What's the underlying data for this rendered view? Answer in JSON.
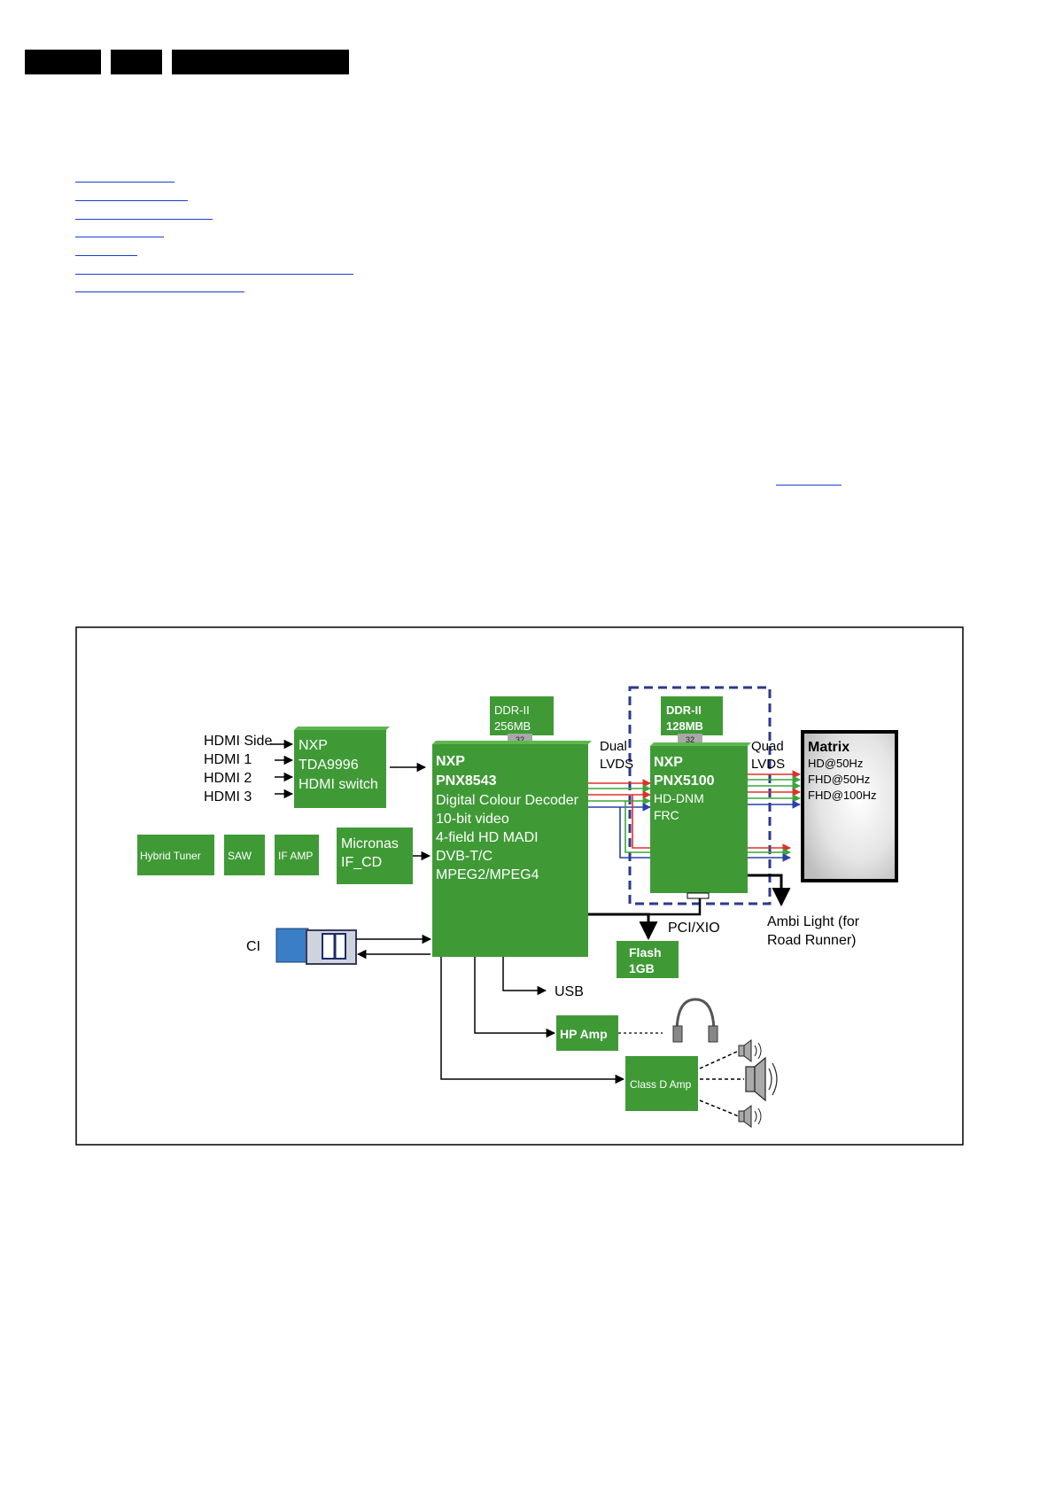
{
  "diagram": {
    "hdmi_inputs": [
      "HDMI Side",
      "HDMI 1",
      "HDMI 2",
      "HDMI 3"
    ],
    "hdmi_switch": [
      "NXP",
      "TDA9996",
      "HDMI switch"
    ],
    "tuner_chain": [
      "Hybrid Tuner",
      "SAW",
      "IF AMP"
    ],
    "micronas": [
      "Micronas",
      "IF_CD"
    ],
    "ddr_main": [
      "DDR-II",
      "256MB"
    ],
    "ddr_main_bus": "32",
    "main_soc": {
      "vendor": "NXP",
      "part": "PNX8543",
      "features": [
        "Digital Colour Decoder",
        "10-bit video",
        "4-field HD MADI",
        "DVB-T/C",
        "MPEG2/MPEG4"
      ]
    },
    "dual_lvds": [
      "Dual",
      "LVDS"
    ],
    "ddr_frc": [
      "DDR-II",
      "128MB"
    ],
    "ddr_frc_bus": "32",
    "frc_soc": {
      "vendor": "NXP",
      "part": "PNX5100",
      "features": [
        "HD-DNM",
        "FRC"
      ]
    },
    "quad_lvds": [
      "Quad",
      "LVDS"
    ],
    "matrix": {
      "title": "Matrix",
      "modes": [
        "HD@50Hz",
        "FHD@50Hz",
        "FHD@100Hz"
      ]
    },
    "pci_label": "PCI/XIO",
    "flash": [
      "Flash",
      "1GB"
    ],
    "ambi": [
      "Ambi Light (for",
      "Road Runner)"
    ],
    "ci_label": "CI",
    "usb_label": "USB",
    "hp_amp": "HP Amp",
    "class_d": "Class D Amp",
    "colors": {
      "block": "#3f9a36",
      "lvds_red": "#e0302a",
      "lvds_green": "#3aa63a",
      "lvds_blue": "#2a3fb0",
      "dashed_box": "#2b3a8c"
    }
  }
}
